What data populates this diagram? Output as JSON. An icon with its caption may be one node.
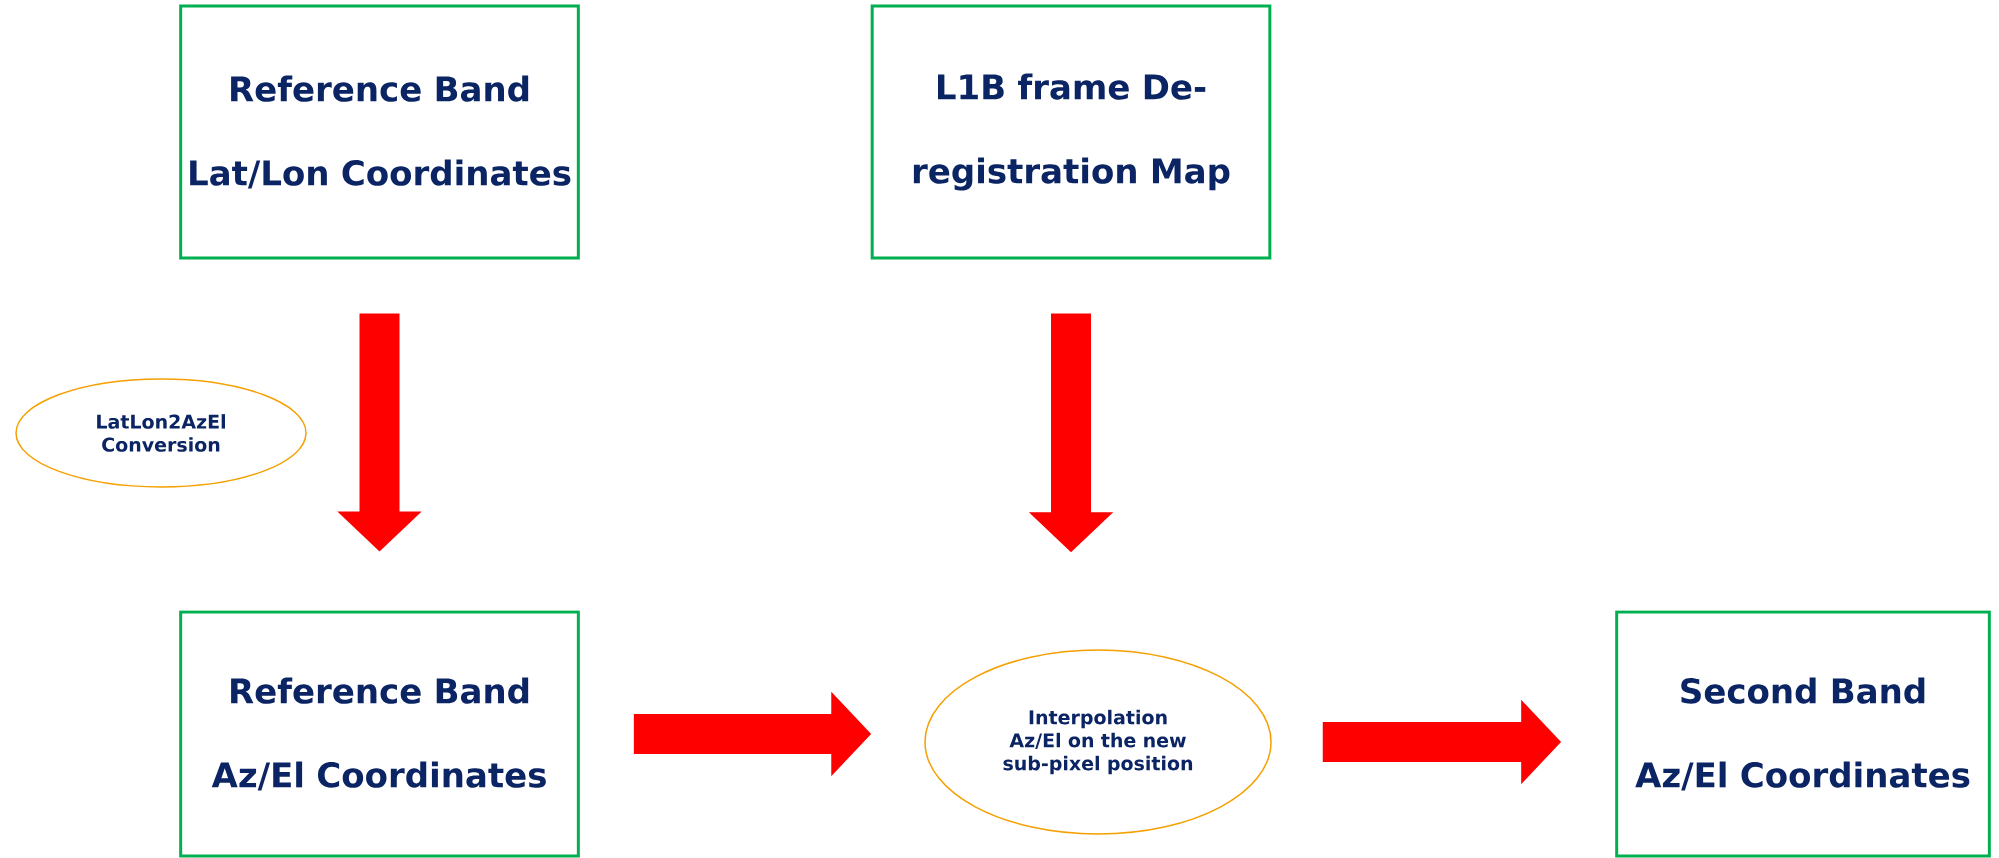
{
  "diagram": {
    "nodes": [
      {
        "text": [
          "Reference Band Lat/Lon Coordinates"
        ]
      },
      {
        "text": [
          "L1B frame De-registration Map"
        ]
      },
      {
        "text": [
          "LatLon2AzEl Conversion"
        ]
      },
      {
        "text": [
          "Reference Band Az/El Coordinates"
        ]
      },
      {
        "text": [
          "Interpolation Az/El on the new sub-pixel position"
        ]
      },
      {
        "text": [
          "Second Band Az/El Coordinates"
        ]
      }
    ],
    "edges": [
      {
        "from": 0,
        "to": 3,
        "arrow": "to"
      },
      {
        "from": 1,
        "to": 4,
        "arrow": "to"
      },
      {
        "from": 3,
        "to": 4,
        "arrow": "to"
      },
      {
        "from": 4,
        "to": 5,
        "arrow": "to"
      }
    ]
  }
}
